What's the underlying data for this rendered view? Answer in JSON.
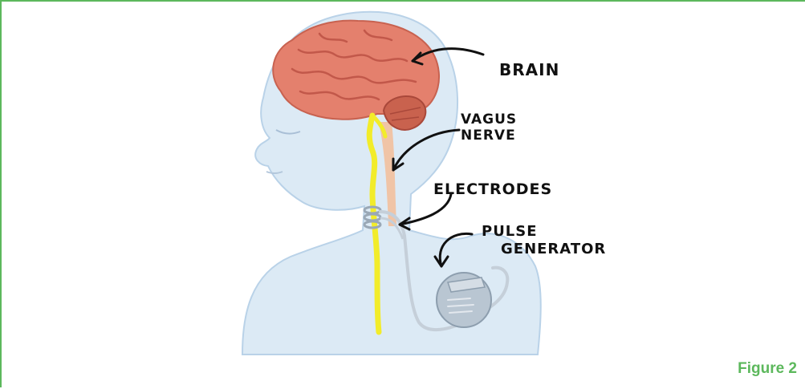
{
  "labels": {
    "brain": "BRAIN",
    "vagus_line1": "VAGUS",
    "vagus_line2": "NERVE",
    "electrodes": "ELECTRODES",
    "pulse_line1": "PULSE",
    "pulse_line2": "GENERATOR"
  },
  "caption": "Figure 2",
  "colors": {
    "border": "#5cb85c",
    "caption": "#5cb85c",
    "body_fill": "#dceaf5",
    "brain": "#e4806d",
    "nerve": "#f2ec2a",
    "device": "#b9c6d2"
  },
  "icons": {
    "brain": "brain-icon",
    "nerve": "vagus-nerve-icon",
    "electrodes": "electrodes-icon",
    "generator": "pulse-generator-icon"
  }
}
